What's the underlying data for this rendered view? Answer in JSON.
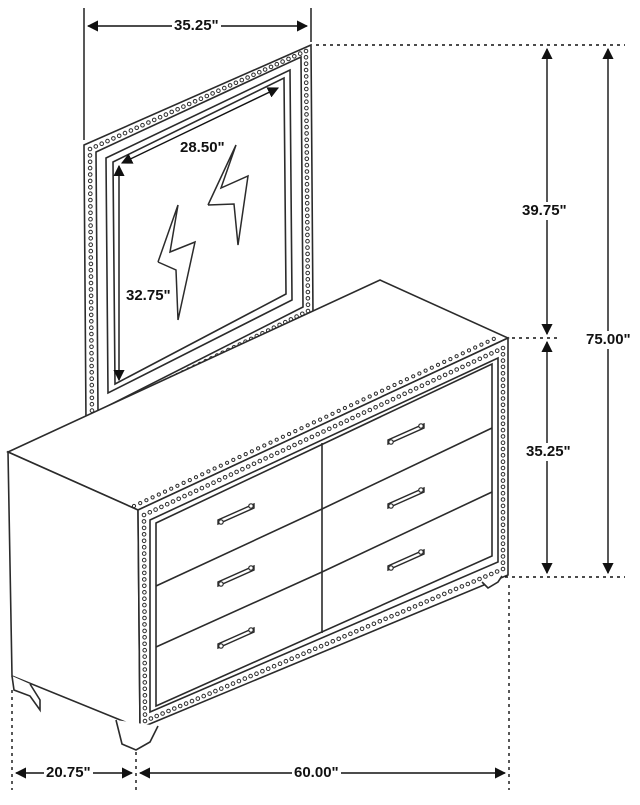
{
  "dimensions": {
    "mirror_width": "35.25\"",
    "mirror_glass_width": "28.50\"",
    "mirror_glass_height": "32.75\"",
    "mirror_height": "39.75\"",
    "overall_height": "75.00\"",
    "dresser_height": "35.25\"",
    "dresser_depth": "20.75\"",
    "dresser_width": "60.00\""
  },
  "icons": {
    "mirror_reflection": "lightning-glint-icon",
    "drawer_pull": "bar-handle-icon",
    "trim": "nailhead-trim-icon"
  },
  "colors": {
    "line": "#2b2b2b",
    "background": "#ffffff"
  }
}
